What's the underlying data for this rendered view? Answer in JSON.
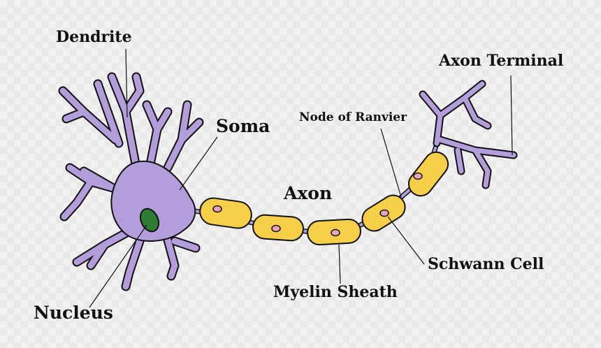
{
  "labels": {
    "dendrite": "Dendrite",
    "soma": "Soma",
    "axon": "Axon",
    "node_of_ranvier": "Node of Ranvier",
    "axon_terminal": "Axon Terminal",
    "schwann_cell": "Schwann Cell",
    "myelin_sheath": "Myelin Sheath",
    "nucleus": "Nucleus"
  },
  "colors": {
    "cell_body": "#b39ddb",
    "myelin": "#f4cf47",
    "schwann_nucleus": "#eaa4b8",
    "nucleus": "#2e7d32",
    "outline": "#111111"
  }
}
